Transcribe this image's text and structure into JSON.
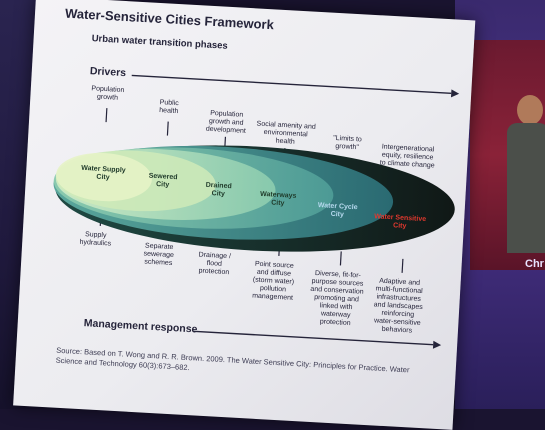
{
  "slide": {
    "title": "Water-Sensitive Cities Framework",
    "subtitle": "Urban water transition phases",
    "drivers_label": "Drivers",
    "management_label": "Management response",
    "drivers": [
      "Population\ngrowth",
      "Public\nhealth",
      "Population\ngrowth and\ndevelopment",
      "Social amenity and\nenvironmental\nhealth",
      "\"Limits to\ngrowth\"",
      "Intergenerational\nequity, resilience\nto climate change"
    ],
    "phases": [
      "Water Supply\nCity",
      "Sewered\nCity",
      "Drained\nCity",
      "Waterways\nCity",
      "Water Cycle\nCity",
      "Water Sensitive\nCity"
    ],
    "responses": [
      "Supply\nhydraulics",
      "Separate\nsewerage\nschemes",
      "Drainage /\nflood\nprotection",
      "Point source\nand diffuse\n(storm water)\npollution\nmanagement",
      "Diverse, fit-for-\npurpose sources\nand conservation\npromoting and\nlinked with\nwaterway\nprotection",
      "Adaptive and\nmulti-functional\ninfrastructures\nand landscapes\nreinforcing\nwater-sensitive\nbehaviors"
    ],
    "source": "Source: Based on T. Wong and R. R. Brown. 2009. The Water Sensitive City: Principles for Practice. Water Science and Technology 60(3):673–682."
  },
  "stage": {
    "label": "Chr"
  },
  "colors": {
    "slide_bg": "#eeedf2",
    "backdrop_purple": "#4a3288",
    "ellipse_dark": "#1c2a28",
    "ellipse_teal": "#3f8c86",
    "ellipse_light": "#bfe3c4",
    "water_sensitive_red": "#e0382e"
  }
}
